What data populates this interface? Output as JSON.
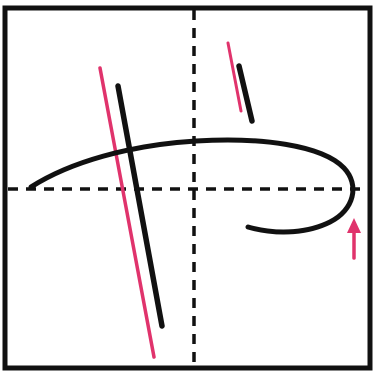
{
  "diagram": {
    "colors": {
      "ink": "#111111",
      "guide": "#e0336c",
      "paper": "#ffffff"
    },
    "grid": {
      "style": "dashed",
      "divisions": "quarters"
    },
    "strokes": {
      "count_black": 3,
      "count_pink": 2,
      "direction_marker": "up-arrow"
    }
  }
}
